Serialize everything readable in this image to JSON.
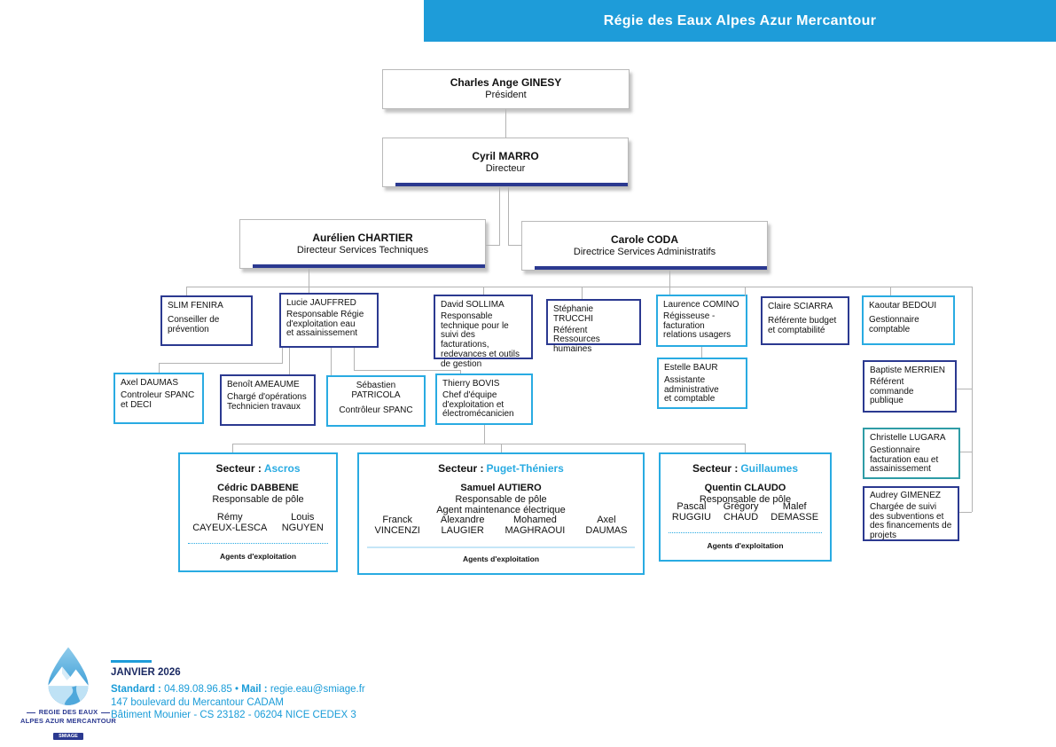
{
  "header": {
    "title": "Régie des Eaux Alpes Azur Mercantour"
  },
  "colors": {
    "header": "#1E9CD9",
    "navy": "#2B3990",
    "blue": "#29ABE2",
    "teal": "#2E9CA6",
    "foot": "#1A9CD8",
    "date": "#1B2A63",
    "line": "#B3B3B3"
  },
  "org": {
    "president": {
      "name": "Charles Ange GINESY",
      "role": "Président"
    },
    "director": {
      "name": "Cyril MARRO",
      "role": "Directeur"
    },
    "dst": {
      "name": "Aurélien CHARTIER",
      "role": "Directeur Services Techniques"
    },
    "dsa": {
      "name": "Carole CODA",
      "role": "Directrice Services Administratifs"
    },
    "fenira": {
      "name": "SLIM FENIRA",
      "role": "Conseiller de\nprévention"
    },
    "jauffred": {
      "name": "Lucie JAUFFRED",
      "role": "Responsable Régie\nd'exploitation eau\net assainissement"
    },
    "sollima": {
      "name": "David SOLLIMA",
      "role": "Responsable\ntechnique pour le\nsuivi des facturations,\nredevances et outils\nde gestion"
    },
    "trucchi": {
      "name": "Stéphanie TRUCCHI",
      "role": "Référent\nRessources\nhumaines"
    },
    "comino": {
      "name": "Laurence COMINO",
      "role": "Régisseuse -\nfacturation\nrelations usagers"
    },
    "sciarra": {
      "name": "Claire SCIARRA",
      "role": "Référente budget\net comptabilité"
    },
    "bedoui": {
      "name": "Kaoutar BEDOUI",
      "role": "Gestionnaire\ncomptable"
    },
    "baur": {
      "name": "Estelle BAUR",
      "role": "Assistante\nadministrative\net comptable"
    },
    "merrien": {
      "name": "Baptiste MERRIEN",
      "role": "Référent\ncommande\npublique"
    },
    "lugara": {
      "name": "Christelle LUGARA",
      "role": "Gestionnaire\nfacturation eau et\nassainissement"
    },
    "gimenez": {
      "name": "Audrey GIMENEZ",
      "role": "Chargée de suivi\ndes subventions et\ndes financements de\nprojets"
    },
    "daumas": {
      "name": "Axel DAUMAS",
      "role": "Controleur SPANC\net DECI"
    },
    "ameaume": {
      "name": "Benoît AMEAUME",
      "role": "Chargé d'opérations\nTechnicien travaux"
    },
    "patricola": {
      "name": "Sébastien\nPATRICOLA",
      "role": "Contrôleur SPANC"
    },
    "bovis": {
      "name": "Thierry BOVIS",
      "role": "Chef d'équipe\nd'exploitation et\nélectromécanicien"
    }
  },
  "sectors": {
    "ascros": {
      "label": "Secteur :",
      "name": "Ascros",
      "manager": "Cédric DABBENE",
      "manager_role": "Responsable de pôle",
      "agents": [
        "Rémy\nCAYEUX-LESCA",
        "Louis\nNGUYEN"
      ],
      "footer": "Agents d'exploitation"
    },
    "puget": {
      "label": "Secteur :",
      "name": "Puget-Théniers",
      "manager": "Samuel AUTIERO",
      "manager_role": "Responsable de pôle\nAgent maintenance électrique",
      "agents": [
        "Franck\nVINCENZI",
        "Alexandre\nLAUGIER",
        "Mohamed\nMAGHRAOUI",
        "Axel\nDAUMAS"
      ],
      "footer": "Agents d'exploitation"
    },
    "guillaumes": {
      "label": "Secteur :",
      "name": "Guillaumes",
      "manager": "Quentin CLAUDO",
      "manager_role": "Responsable de pôle",
      "agents": [
        "Pascal\nRUGGIU",
        "Grégory\nCHAUD",
        "Malef\nDEMASSE"
      ],
      "footer": "Agents d'exploitation"
    }
  },
  "footer": {
    "date": "JANVIER 2026",
    "standard_label": "Standard :",
    "phone": "04.89.08.96.85 •",
    "mail_label": "Mail :",
    "email": "regie.eau@smiage.fr",
    "address1": "147 boulevard du Mercantour CADAM",
    "address2": "Bâtiment Mounier - CS 23182 - 06204 NICE CEDEX 3",
    "logo": {
      "line1": "REGIE DES EAUX",
      "line2": "ALPES AZUR MERCANTOUR",
      "badge": "SMIAGE"
    }
  }
}
